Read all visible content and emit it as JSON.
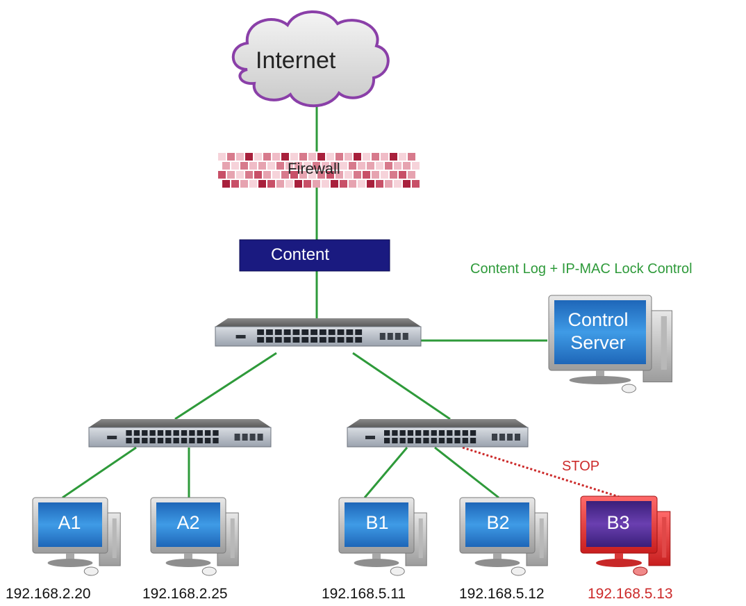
{
  "internet": {
    "label": "Internet"
  },
  "firewall": {
    "label": "Firewall"
  },
  "content": {
    "label": "Content"
  },
  "control": {
    "caption": "Content Log + IP-MAC Lock Control",
    "line1": "Control",
    "line2": "Server"
  },
  "stop_label": "STOP",
  "clients": [
    {
      "name": "A1",
      "ip": "192.168.2.20"
    },
    {
      "name": "A2",
      "ip": "192.168.2.25"
    },
    {
      "name": "B1",
      "ip": "192.168.5.11"
    },
    {
      "name": "B2",
      "ip": "192.168.5.12"
    },
    {
      "name": "B3",
      "ip": "192.168.5.13"
    }
  ],
  "colors": {
    "link": "#2e9a3a",
    "blocked": "#cc2a2a",
    "content_box": "#1a1a80",
    "caption": "#2e9a3a",
    "cloud_border": "#8a3fa8",
    "screen": "#2c7fd0"
  }
}
